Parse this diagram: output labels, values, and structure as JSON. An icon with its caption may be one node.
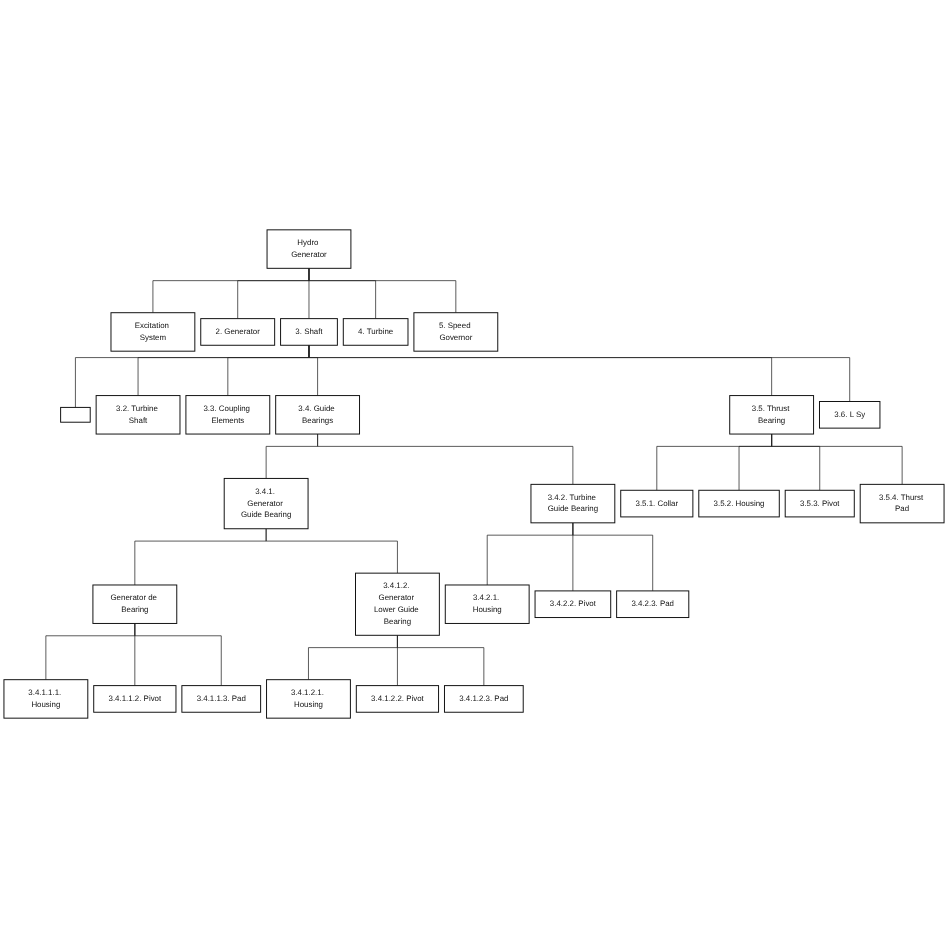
{
  "diagram": {
    "nodes": [
      {
        "text": [
          "Hydro Generator"
        ]
      },
      {
        "text": [
          "Excitation System"
        ]
      },
      {
        "text": [
          "2. Generator"
        ]
      },
      {
        "text": [
          "3. Shaft"
        ]
      },
      {
        "text": [
          "4. Turbine"
        ]
      },
      {
        "text": [
          "5. Speed Governor"
        ]
      },
      {
        "text": [],
        "shape": "box"
      },
      {
        "text": [
          "3.2. Turbine Shaft"
        ]
      },
      {
        "text": [
          "3.3. Coupling Elements"
        ]
      },
      {
        "text": [
          "3.4. Guide Bearings"
        ]
      },
      {
        "text": [
          "3.5. Thrust Bearing"
        ]
      },
      {
        "text": [
          "3.6. L Sy"
        ]
      },
      {
        "text": [
          "3.4.1. Generator Guide Bearing"
        ]
      },
      {
        "text": [
          "3.4.2. Turbine Guide Bearing"
        ]
      },
      {
        "text": [
          "3.5.1. Collar"
        ]
      },
      {
        "text": [
          "3.5.2. Housing"
        ]
      },
      {
        "text": [
          "3.5.3. Pivot"
        ]
      },
      {
        "text": [
          "3.5.4. Thurst Pad"
        ]
      },
      {
        "text": [
          "Generator de Bearing"
        ]
      },
      {
        "text": [
          "3.4.1.2. Generator Lower Guide Bearing"
        ]
      },
      {
        "text": [
          "3.4.2.1. Housing"
        ]
      },
      {
        "text": [
          "3.4.2.2. Pivot"
        ]
      },
      {
        "text": [
          "3.4.2.3. Pad"
        ]
      },
      {
        "text": [
          "3.4.1.1.1. Housing"
        ]
      },
      {
        "text": [
          "3.4.1.1.2. Pivot"
        ]
      },
      {
        "text": [
          "3.4.1.1.3. Pad"
        ]
      },
      {
        "text": [
          "3.4.1.2.1. Housing"
        ]
      },
      {
        "text": [
          "3.4.1.2.2. Pivot"
        ]
      },
      {
        "text": [
          "3.4.1.2.3. Pad"
        ]
      }
    ],
    "edges": [
      {
        "from": 0,
        "to": 1,
        "arrow": "none"
      },
      {
        "from": 0,
        "to": 2,
        "arrow": "none"
      },
      {
        "from": 0,
        "to": 3,
        "arrow": "none"
      },
      {
        "from": 0,
        "to": 4,
        "arrow": "none"
      },
      {
        "from": 0,
        "to": 5,
        "arrow": "none"
      },
      {
        "from": 3,
        "to": 6,
        "arrow": "none"
      },
      {
        "from": 3,
        "to": 7,
        "arrow": "none"
      },
      {
        "from": 3,
        "to": 8,
        "arrow": "none"
      },
      {
        "from": 3,
        "to": 9,
        "arrow": "none"
      },
      {
        "from": 3,
        "to": 10,
        "arrow": "none"
      },
      {
        "from": 3,
        "to": 11,
        "arrow": "none"
      },
      {
        "from": 9,
        "to": 12,
        "arrow": "none"
      },
      {
        "from": 9,
        "to": 13,
        "arrow": "none"
      },
      {
        "from": 10,
        "to": 14,
        "arrow": "none"
      },
      {
        "from": 10,
        "to": 15,
        "arrow": "none"
      },
      {
        "from": 10,
        "to": 16,
        "arrow": "none"
      },
      {
        "from": 10,
        "to": 17,
        "arrow": "none"
      },
      {
        "from": 12,
        "to": 18,
        "arrow": "none"
      },
      {
        "from": 12,
        "to": 19,
        "arrow": "none"
      },
      {
        "from": 13,
        "to": 20,
        "arrow": "none"
      },
      {
        "from": 13,
        "to": 21,
        "arrow": "none"
      },
      {
        "from": 13,
        "to": 22,
        "arrow": "none"
      },
      {
        "from": 18,
        "to": 23,
        "arrow": "none"
      },
      {
        "from": 18,
        "to": 24,
        "arrow": "none"
      },
      {
        "from": 18,
        "to": 25,
        "arrow": "none"
      },
      {
        "from": 19,
        "to": 26,
        "arrow": "none"
      },
      {
        "from": 19,
        "to": 27,
        "arrow": "none"
      },
      {
        "from": 19,
        "to": 28,
        "arrow": "none"
      }
    ]
  }
}
